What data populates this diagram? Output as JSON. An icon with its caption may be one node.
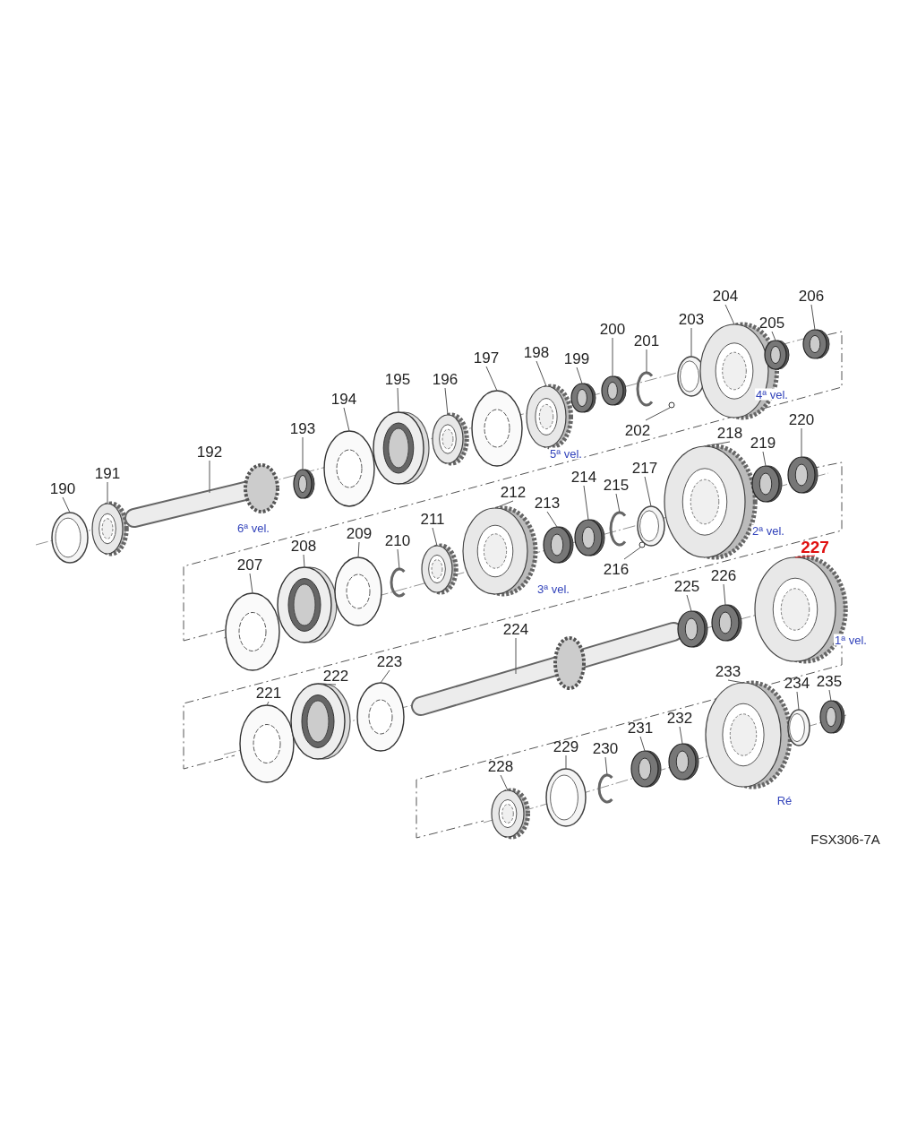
{
  "diagram": {
    "nodes": [
      {
        "text": [
          "190"
        ]
      },
      {
        "text": [
          "191"
        ]
      },
      {
        "text": [
          "192"
        ]
      },
      {
        "text": [
          "193"
        ]
      },
      {
        "text": [
          "194"
        ]
      },
      {
        "text": [
          "195"
        ]
      },
      {
        "text": [
          "196"
        ]
      },
      {
        "text": [
          "197"
        ]
      },
      {
        "text": [
          "198"
        ]
      },
      {
        "text": [
          "199"
        ]
      },
      {
        "text": [
          "200"
        ]
      },
      {
        "text": [
          "201"
        ]
      },
      {
        "text": [
          "202"
        ]
      },
      {
        "text": [
          "203"
        ]
      },
      {
        "text": [
          "204"
        ]
      },
      {
        "text": [
          "205"
        ]
      },
      {
        "text": [
          "206"
        ]
      },
      {
        "text": [
          "207"
        ]
      },
      {
        "text": [
          "208"
        ]
      },
      {
        "text": [
          "209"
        ]
      },
      {
        "text": [
          "210"
        ]
      },
      {
        "text": [
          "211"
        ]
      },
      {
        "text": [
          "212"
        ]
      },
      {
        "text": [
          "213"
        ]
      },
      {
        "text": [
          "214"
        ]
      },
      {
        "text": [
          "215"
        ]
      },
      {
        "text": [
          "216"
        ]
      },
      {
        "text": [
          "217"
        ]
      },
      {
        "text": [
          "218"
        ]
      },
      {
        "text": [
          "219"
        ]
      },
      {
        "text": [
          "220"
        ]
      },
      {
        "text": [
          "221"
        ]
      },
      {
        "text": [
          "222"
        ]
      },
      {
        "text": [
          "223"
        ]
      },
      {
        "text": [
          "224"
        ]
      },
      {
        "text": [
          "225"
        ]
      },
      {
        "text": [
          "226"
        ]
      },
      {
        "text": [
          "227"
        ]
      },
      {
        "text": [
          "228"
        ]
      },
      {
        "text": [
          "229"
        ]
      },
      {
        "text": [
          "230"
        ]
      },
      {
        "text": [
          "231"
        ]
      },
      {
        "text": [
          "232"
        ]
      },
      {
        "text": [
          "233"
        ]
      },
      {
        "text": [
          "234"
        ]
      },
      {
        "text": [
          "235"
        ]
      }
    ],
    "edges": [
      {
        "from": 0,
        "to": null,
        "arrow": "none"
      },
      {
        "from": 1,
        "to": null,
        "arrow": "none"
      },
      {
        "from": 2,
        "to": null,
        "arrow": "none"
      },
      {
        "from": 3,
        "to": null,
        "arrow": "none"
      },
      {
        "from": 4,
        "to": null,
        "arrow": "none"
      },
      {
        "from": 5,
        "to": null,
        "arrow": "none"
      },
      {
        "from": 6,
        "to": null,
        "arrow": "none"
      },
      {
        "from": 7,
        "to": null,
        "arrow": "none"
      },
      {
        "from": 8,
        "to": null,
        "arrow": "none"
      },
      {
        "from": 9,
        "to": null,
        "arrow": "none"
      },
      {
        "from": 10,
        "to": null,
        "arrow": "none"
      },
      {
        "from": 11,
        "to": null,
        "arrow": "none"
      },
      {
        "from": 12,
        "to": null,
        "arrow": "none"
      },
      {
        "from": 13,
        "to": null,
        "arrow": "none"
      },
      {
        "from": 14,
        "to": null,
        "arrow": "none"
      },
      {
        "from": 15,
        "to": null,
        "arrow": "none"
      },
      {
        "from": 16,
        "to": null,
        "arrow": "none"
      },
      {
        "from": 17,
        "to": null,
        "arrow": "none"
      },
      {
        "from": 18,
        "to": null,
        "arrow": "none"
      },
      {
        "from": 19,
        "to": null,
        "arrow": "none"
      },
      {
        "from": 20,
        "to": null,
        "arrow": "none"
      },
      {
        "from": 21,
        "to": null,
        "arrow": "none"
      },
      {
        "from": 22,
        "to": null,
        "arrow": "none"
      },
      {
        "from": 23,
        "to": null,
        "arrow": "none"
      },
      {
        "from": 24,
        "to": null,
        "arrow": "none"
      },
      {
        "from": 25,
        "to": null,
        "arrow": "none"
      },
      {
        "from": 26,
        "to": null,
        "arrow": "none"
      },
      {
        "from": 27,
        "to": null,
        "arrow": "none"
      },
      {
        "from": 28,
        "to": null,
        "arrow": "none"
      },
      {
        "from": 29,
        "to": null,
        "arrow": "none"
      },
      {
        "from": 30,
        "to": null,
        "arrow": "none"
      },
      {
        "from": 31,
        "to": null,
        "arrow": "none"
      },
      {
        "from": 32,
        "to": null,
        "arrow": "none"
      },
      {
        "from": 33,
        "to": null,
        "arrow": "none"
      },
      {
        "from": 34,
        "to": null,
        "arrow": "none"
      },
      {
        "from": 35,
        "to": null,
        "arrow": "none"
      },
      {
        "from": 36,
        "to": null,
        "arrow": "none"
      },
      {
        "from": 37,
        "to": null,
        "arrow": "none",
        "color": "#dd2222"
      },
      {
        "from": 38,
        "to": null,
        "arrow": "none"
      },
      {
        "from": 39,
        "to": null,
        "arrow": "none"
      },
      {
        "from": 40,
        "to": null,
        "arrow": "none"
      },
      {
        "from": 41,
        "to": null,
        "arrow": "none"
      },
      {
        "from": 42,
        "to": null,
        "arrow": "none"
      },
      {
        "from": 43,
        "to": null,
        "arrow": "none"
      },
      {
        "from": 44,
        "to": null,
        "arrow": "none"
      },
      {
        "from": 45,
        "to": null,
        "arrow": "none"
      }
    ],
    "labels": [
      "4ª vel.",
      "5ª vel.",
      "6ª vel.",
      "2ª vel.",
      "3ª vel.",
      "1ª vel.",
      "Ré",
      "FSX306-7A"
    ]
  }
}
